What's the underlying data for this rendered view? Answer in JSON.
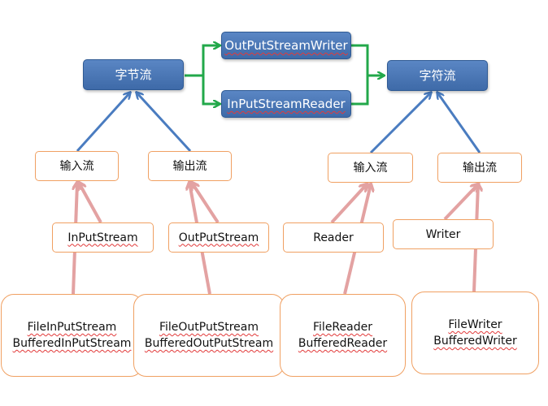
{
  "colors": {
    "blue_box": "#4a78b8",
    "blue_arrow": "#4a7cc0",
    "green_arrow": "#22a84a",
    "pink_arrow": "#e3a2a2",
    "orange_border": "#f0a062"
  },
  "nodes": {
    "byte_stream": "字节流",
    "char_stream": "字符流",
    "outputstreamwriter": "OutPutStreamWriter",
    "inputstreamreader": "InPutStreamReader",
    "byte_input": "输入流",
    "byte_output": "输出流",
    "char_input": "输入流",
    "char_output": "输出流",
    "inputstream": "InPutStream",
    "outputstream": "OutPutStream",
    "reader": "Reader",
    "writer": "Writer",
    "file_inputstream": "FileInPutStream",
    "buffered_inputstream": "BufferedInPutStream",
    "file_outputstream": "FileOutPutStream",
    "buffered_outputstream": "BufferedOutPutStream",
    "file_reader": "FileReader",
    "buffered_reader": "BufferedReader",
    "file_writer": "FileWriter",
    "buffered_writer": "BufferedWriter"
  }
}
